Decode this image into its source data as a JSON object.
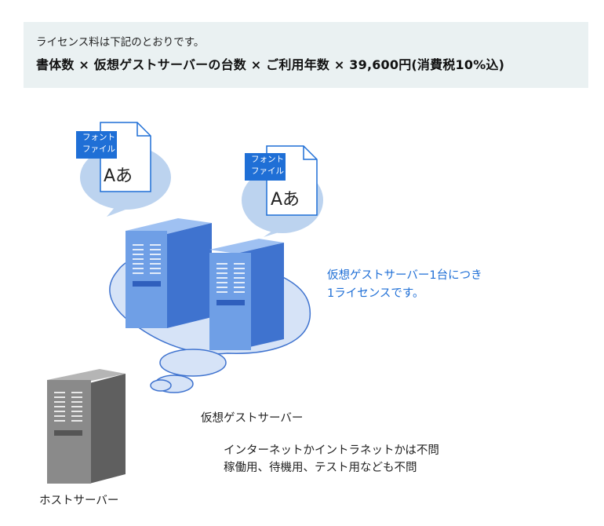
{
  "banner": {
    "intro": "ライセンス料は下記のとおりです。",
    "formula": "書体数 × 仮想ゲストサーバーの台数 × ご利用年数 × 39,600円(消費税10%込)"
  },
  "font_files": [
    {
      "tag_line1": "フォント",
      "tag_line2": "ファイル",
      "glyph": "Aあ"
    },
    {
      "tag_line1": "フォント",
      "tag_line2": "ファイル",
      "glyph": "Aあ"
    }
  ],
  "note": {
    "line1": "仮想ゲストサーバー1台につき",
    "line2": "1ライセンスです。"
  },
  "guest_label": "仮想ゲストサーバー",
  "conditions": [
    "インターネットかイントラネットかは不問",
    "稼働用、待機用、テスト用なども不問"
  ],
  "host_label": "ホストサーバー",
  "colors": {
    "accent": "#1f6fd6",
    "banner_bg": "#eaf1f2",
    "bubble": "#bcd3ef",
    "server_front": "#6f9fe6",
    "server_side": "#3f73cf",
    "host_front": "#8a8a8a"
  }
}
